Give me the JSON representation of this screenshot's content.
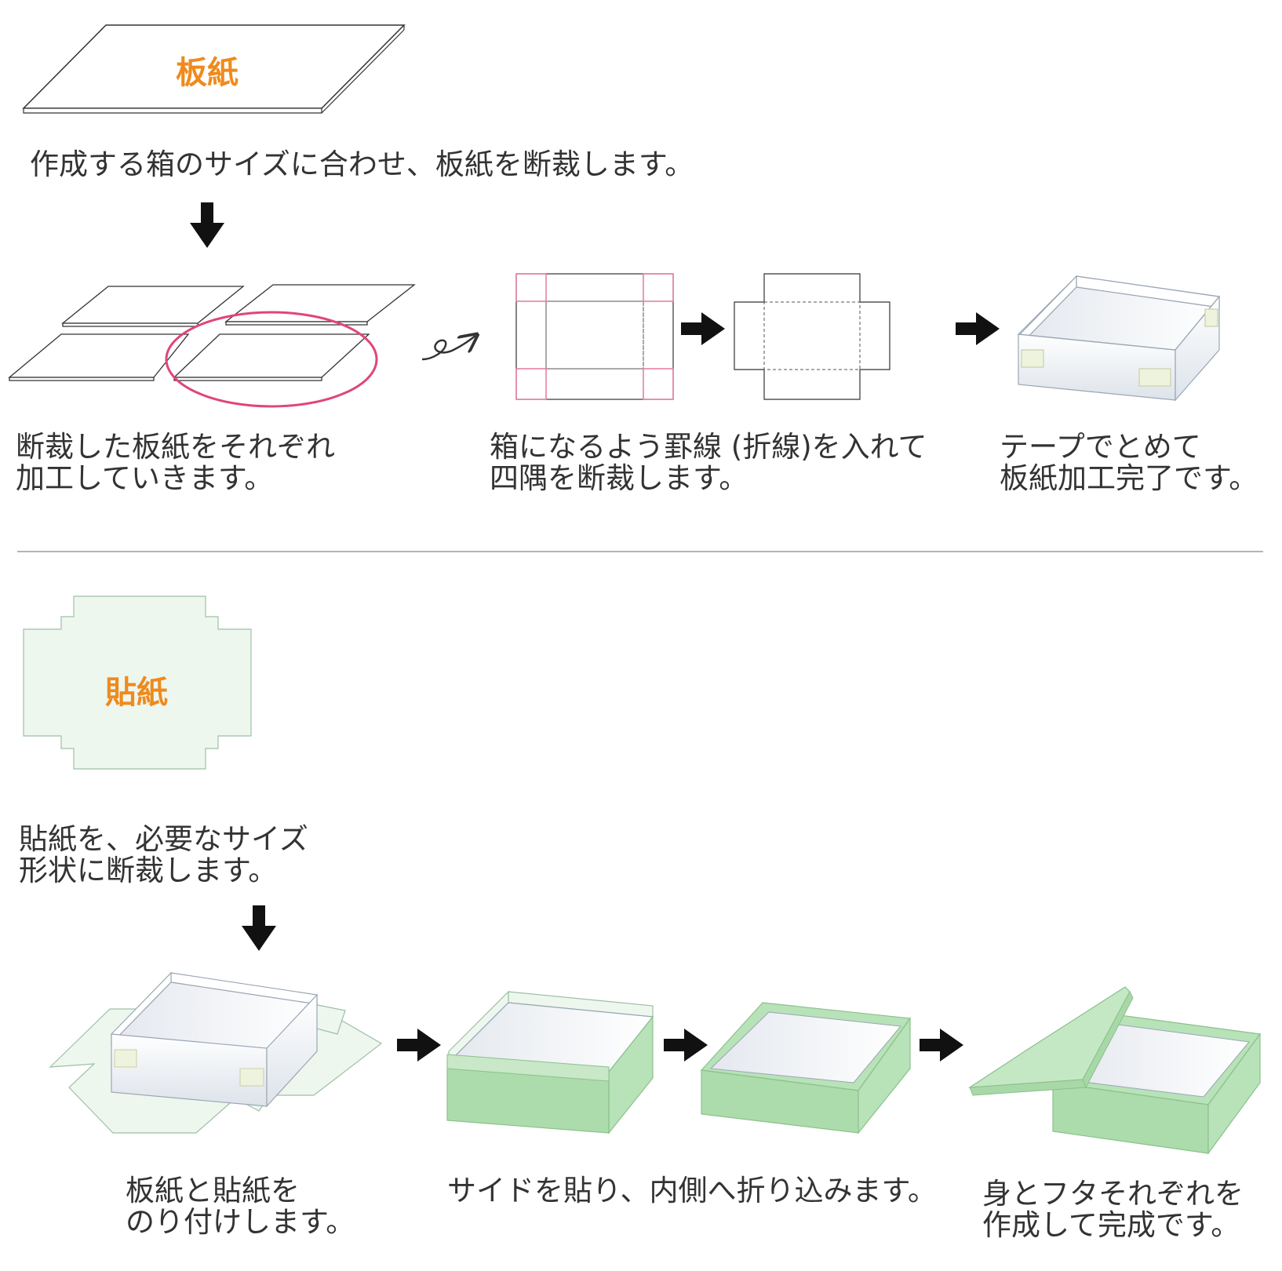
{
  "section1": {
    "material_label": "板紙",
    "caption_main": "作成する箱のサイズに合わせ、板紙を断裁します。",
    "step1_caption": "断裁した板紙をそれぞれ\n加工していきます。",
    "step2_caption": "箱になるよう罫線 (折線)を入れて\n四隅を断裁します。",
    "step3_caption": "テープでとめて\n板紙加工完了です。"
  },
  "section2": {
    "material_label": "貼紙",
    "caption_main": "貼紙を、必要なサイズ\n形状に断裁します。",
    "step1_caption": "板紙と貼紙を\nのり付けします。",
    "step2_caption": "サイドを貼り、内側へ折り込みます。",
    "step3_caption": "身とフタそれぞれを\n作成して完成です。"
  },
  "colors": {
    "accent_orange": "#f08a1c",
    "highlight_pink": "#e0457b",
    "paper_green": "#eef7ee",
    "box_green": "#acdcac",
    "line_dark": "#333333"
  }
}
